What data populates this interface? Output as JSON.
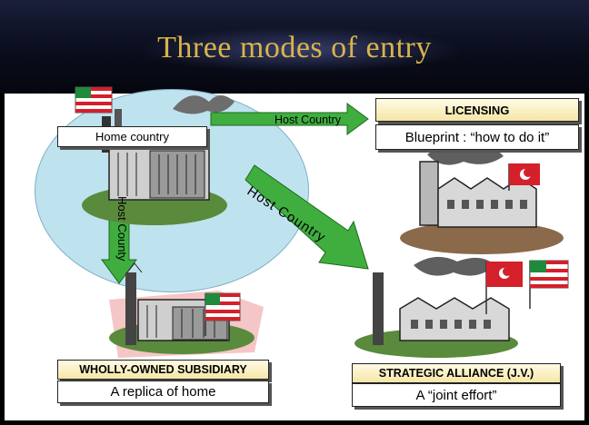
{
  "title": "Three modes of entry",
  "labels": {
    "home_country": "Home country",
    "host_country_right": "Host Country",
    "host_country_down": "Host County",
    "host_country_diag": "Host Country",
    "licensing": "LICENSING",
    "blueprint": "Blueprint : “how to do it”",
    "wholly_owned": "WHOLLY-OWNED SUBSIDIARY",
    "replica": "A replica of home",
    "strategic_alliance": "STRATEGIC ALLIANCE (J.V.)",
    "joint_effort": "A “joint effort”"
  },
  "colors": {
    "title": "#d9b44a",
    "arrow": "#3fae3f",
    "ellipse": "#bfe2ef",
    "flag_red": "#d4202a",
    "flag_green": "#1f8a3b"
  }
}
